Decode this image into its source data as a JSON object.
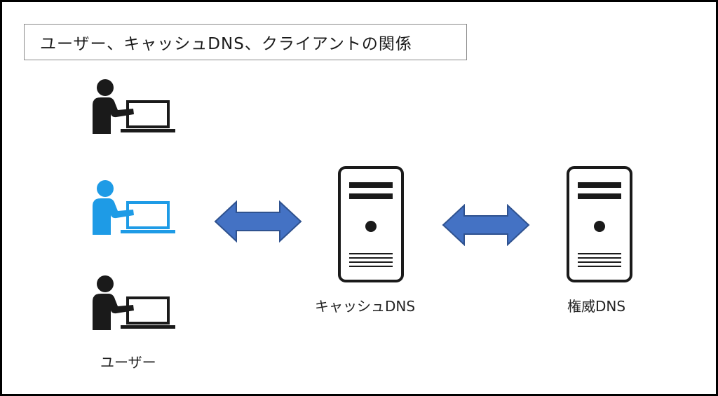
{
  "title": "ユーザー、キャッシュDNS、クライアントの関係",
  "labels": {
    "users": "ユーザー",
    "cache_dns": "キャッシュDNS",
    "authoritative_dns": "権威DNS"
  },
  "colors": {
    "user_default": "#1a1a1a",
    "user_highlight": "#1e9be6",
    "arrow_fill": "#4472c4",
    "arrow_stroke": "#2f528f"
  }
}
